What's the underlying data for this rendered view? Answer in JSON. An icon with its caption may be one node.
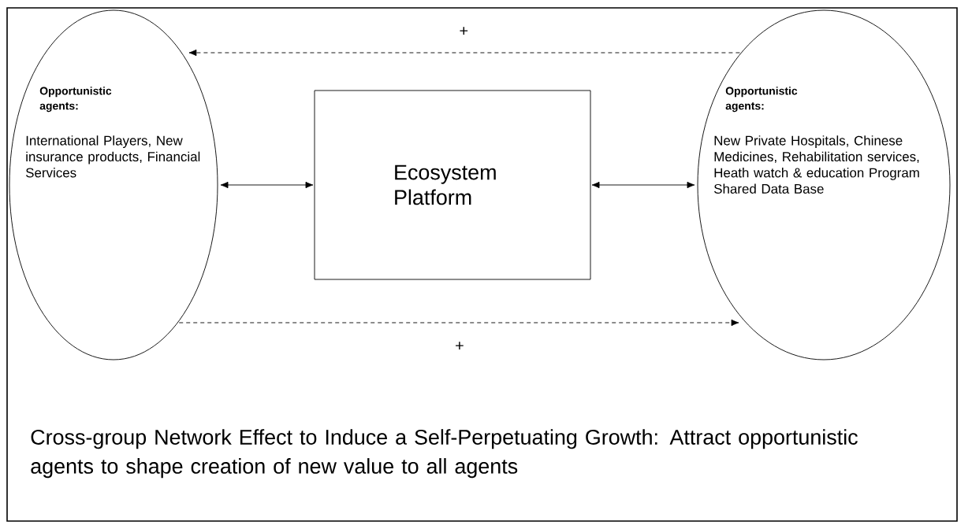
{
  "diagram": {
    "caption": "Cross-group Network Effect to Induce a Self-Perpetuating Growth: Attract opportunistic agents to shape creation of new value to all agents",
    "nodes": [
      {
        "text": [
          "Opportunistic agents:",
          "International Players, New insurance products, Financial Services"
        ]
      },
      {
        "text": [
          "Ecosystem Platform"
        ]
      },
      {
        "text": [
          "Opportunistic agents:",
          "New Private Hospitals, Chinese Medicines, Rehabilitation services, Heath watch & education Program Shared Data Base"
        ]
      }
    ],
    "edges": [
      {
        "from": 0,
        "to": 1,
        "arrow": "both"
      },
      {
        "from": 1,
        "to": 2,
        "arrow": "both"
      },
      {
        "from": 2,
        "to": 0,
        "arrow": "to",
        "label": "+",
        "style": "dashed"
      },
      {
        "from": 0,
        "to": 2,
        "arrow": "to",
        "label": "+",
        "style": "dashed"
      }
    ]
  }
}
